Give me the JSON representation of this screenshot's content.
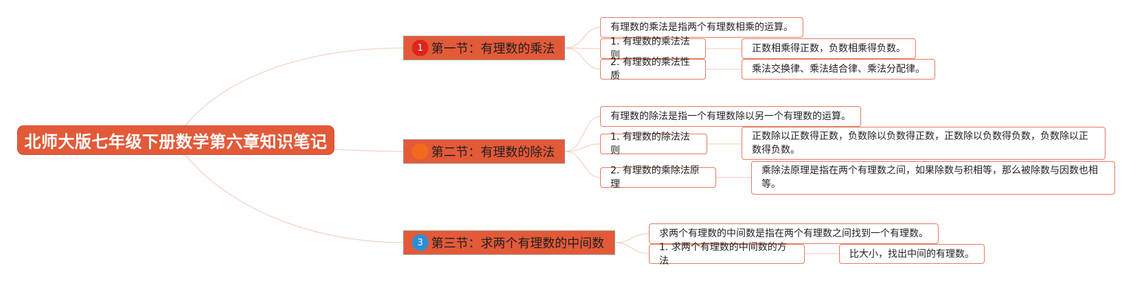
{
  "root": {
    "title": "北师大版七年级下册数学第六章知识笔记"
  },
  "sections": [
    {
      "marker_text": "1",
      "marker_color": "#e0241b",
      "title": "第一节：有理数的乘法",
      "definition": "有理数的乘法是指两个有理数相乘的运算。",
      "items": [
        {
          "label": "1. 有理数的乘法法则",
          "detail": "正数相乘得正数，负数相乘得负数。"
        },
        {
          "label": "2. 有理数的乘法性质",
          "detail": "乘法交换律、乘法结合律、乘法分配律。"
        }
      ]
    },
    {
      "marker_text": "",
      "marker_color": "#f26a1b",
      "title": "第二节：有理数的除法",
      "definition": "有理数的除法是指一个有理数除以另一个有理数的运算。",
      "items": [
        {
          "label": "1. 有理数的除法法则",
          "detail": "正数除以正数得正数，负数除以负数得正数，正数除以负数得负数，负数除以正数得负数。"
        },
        {
          "label": "2. 有理数的乘除法原理",
          "detail": "乘除法原理是指在两个有理数之间，如果除数与积相等，那么被除数与因数也相等。"
        }
      ]
    },
    {
      "marker_text": "3",
      "marker_color": "#2a8fd8",
      "title": "第三节：求两个有理数的中间数",
      "definition": "求两个有理数的中间数是指在两个有理数之间找到一个有理数。",
      "items": [
        {
          "label": "1. 求两个有理数的中间数的方法",
          "detail": "比大小，找出中间的有理数。"
        }
      ]
    }
  ],
  "colors": {
    "root_fill": "#e35a39",
    "section_fill": "#e35a39",
    "leaf_border": "#e47a5c",
    "link_line": "#efc9b4"
  }
}
